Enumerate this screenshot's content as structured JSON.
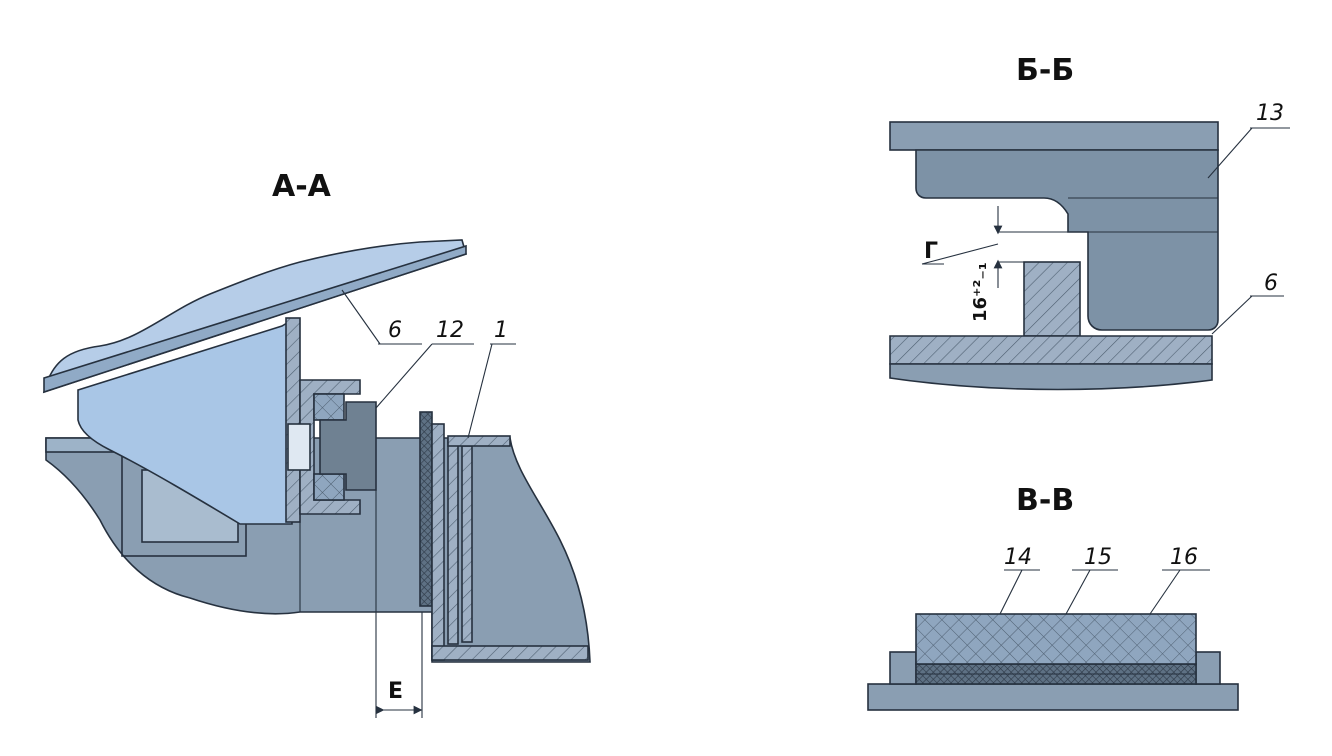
{
  "views": {
    "aa": {
      "title": "A-A",
      "labels": {
        "plate": "6",
        "part12": "12",
        "part1": "1",
        "gap": "E"
      }
    },
    "bb": {
      "title": "Б-Б",
      "labels": {
        "part13": "13",
        "plate": "6",
        "gap": "Г",
        "dim": "16⁺²₋₁"
      }
    },
    "vv": {
      "title": "В-В",
      "labels": {
        "l14": "14",
        "l15": "15",
        "l16": "16"
      }
    }
  },
  "colors": {
    "light_blue": "#a9c6e6",
    "steel": "#8a9eb2",
    "hatch": "#9fb0c4",
    "dark": "#6f8192",
    "line": "#26313f"
  }
}
